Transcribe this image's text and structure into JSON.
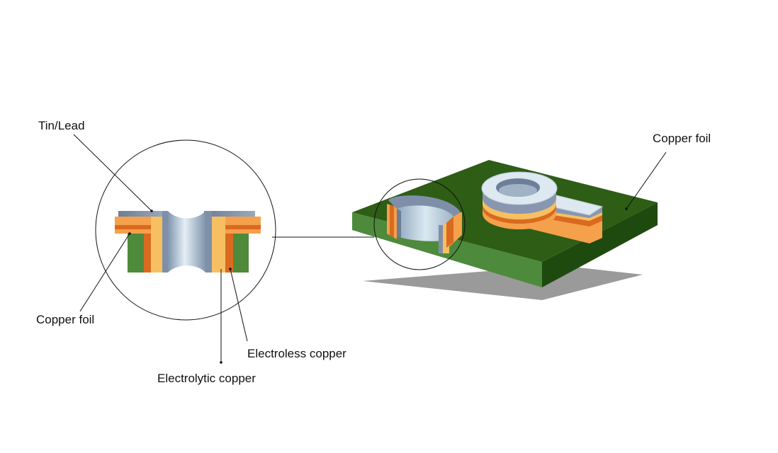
{
  "labels": {
    "tin_lead": "Tin/Lead",
    "copper_foil_left": "Copper foil",
    "electroless_copper": "Electroless copper",
    "electrolytic_copper": "Electrolytic copper",
    "copper_foil_right": "Copper foil"
  },
  "colors": {
    "board_top": "#2e5d16",
    "board_side_front": "#4e8a3c",
    "board_side_right": "#1e4a10",
    "substrate_green": "#4f8a3a",
    "copper_foil": "#f5a04a",
    "electrolytic_copper": "#f6c062",
    "electroless_copper": "#d96a1f",
    "tin_lead": "#8896b0",
    "hole_wall": "#c8dbe8",
    "pad_top": "#dde8f0",
    "shadow": "#9a9a9a"
  }
}
